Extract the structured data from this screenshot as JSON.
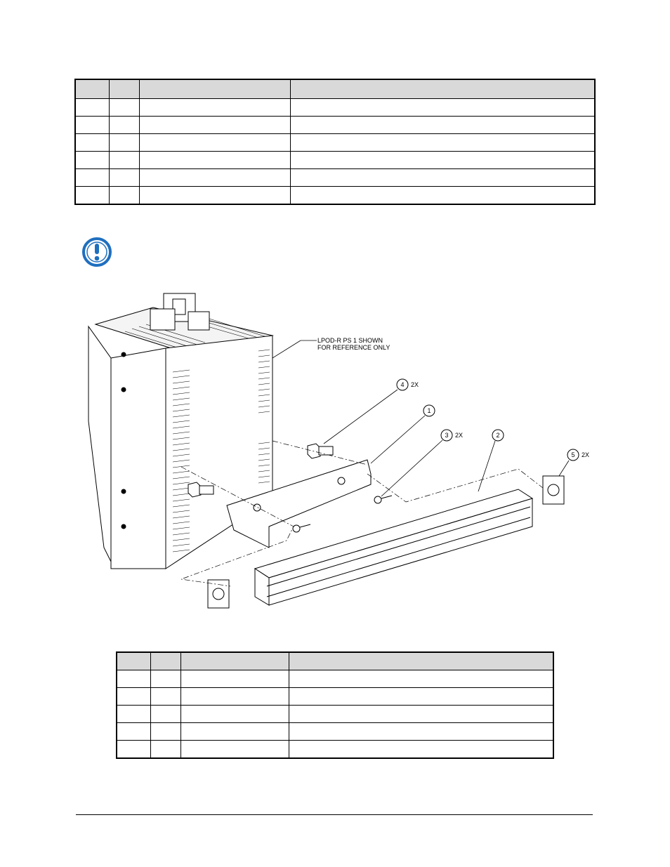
{
  "table1": {
    "headers": [
      "",
      "",
      "",
      ""
    ],
    "rows": [
      [
        "",
        "",
        "",
        ""
      ],
      [
        "",
        "",
        "",
        ""
      ],
      [
        "",
        "",
        "",
        ""
      ],
      [
        "",
        "",
        "",
        ""
      ],
      [
        "",
        "",
        "",
        ""
      ],
      [
        "",
        "",
        "",
        ""
      ]
    ]
  },
  "notice": {
    "icon": "exclamation-circle-icon",
    "color": "#1f6fbf"
  },
  "figure": {
    "callout_text_line1": "LPOD-R  PS 1 SHOWN",
    "callout_text_line2": "FOR REFERENCE ONLY",
    "balloons": [
      {
        "number": "4",
        "qty": "2X"
      },
      {
        "number": "1",
        "qty": ""
      },
      {
        "number": "3",
        "qty": "2X"
      },
      {
        "number": "2",
        "qty": ""
      },
      {
        "number": "5",
        "qty": "2X"
      }
    ]
  },
  "table2": {
    "headers": [
      "",
      "",
      "",
      ""
    ],
    "rows": [
      [
        "",
        "",
        "",
        ""
      ],
      [
        "",
        "",
        "",
        ""
      ],
      [
        "",
        "",
        "",
        ""
      ],
      [
        "",
        "",
        "",
        ""
      ],
      [
        "",
        "",
        "",
        ""
      ]
    ]
  }
}
